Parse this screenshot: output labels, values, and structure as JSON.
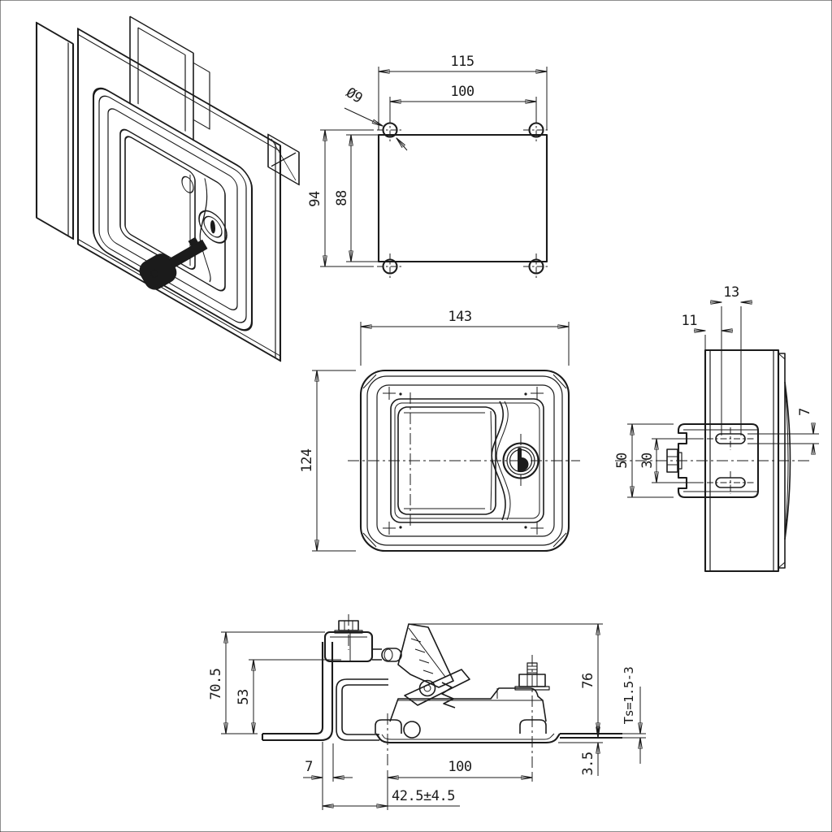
{
  "drawing": {
    "background": "#ffffff",
    "line_color": "#1b1b1b",
    "views": {
      "isometric": {
        "label": "isometric installation view with key"
      },
      "cutout": {
        "label": "panel cutout drilling pattern",
        "dims": {
          "overall_width": "115",
          "hole_spacing_h": "100",
          "overall_height": "94",
          "cutout_height": "88",
          "hole_dia": "Ø9"
        }
      },
      "front": {
        "label": "front view of paddle latch",
        "dims": {
          "width": "143",
          "height": "124"
        }
      },
      "side": {
        "label": "side view with mounting bracket",
        "dims": {
          "slot_range": "13",
          "slot_offset": "11",
          "bracket_height": "50",
          "slot_spacing": "30",
          "slot_width": "7"
        }
      },
      "section": {
        "label": "installed section view",
        "dims": {
          "keeper_height": "70.5",
          "hook_height": "53",
          "overall_height": "76",
          "panel_thickness": "Ts=1.5-3",
          "recess_depth": "3.5",
          "keeper_plate": "7",
          "stud_spacing": "100",
          "grip_range": "42.5±4.5"
        }
      }
    }
  }
}
